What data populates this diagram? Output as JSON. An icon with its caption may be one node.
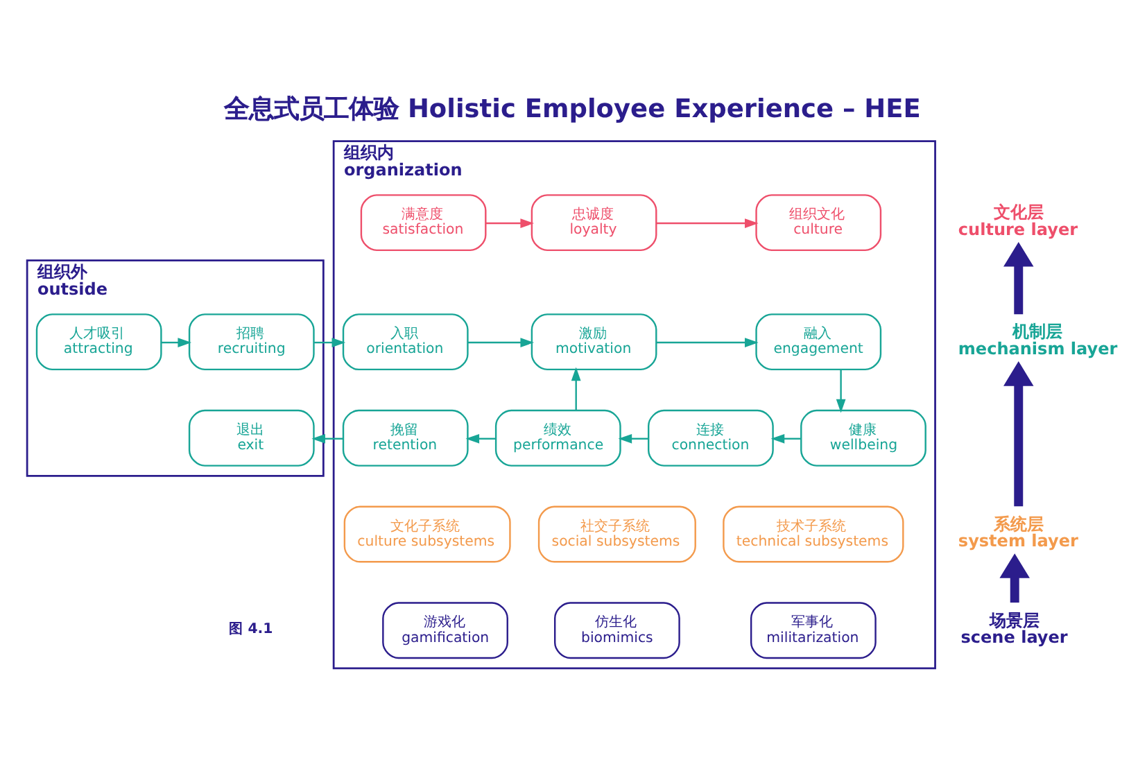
{
  "diagram": {
    "title": "全息式员工体验 Holistic Employee Experience – HEE",
    "nodes": [
      {
        "text": [
          "组织外",
          "outside"
        ]
      },
      {
        "text": [
          "组织内",
          "organization"
        ]
      },
      {
        "text": [
          "满意度",
          "satisfaction"
        ],
        "in": 1
      },
      {
        "text": [
          "忠诚度",
          "loyalty"
        ],
        "in": 1
      },
      {
        "text": [
          "组织文化",
          "culture"
        ],
        "in": 1
      },
      {
        "text": [
          "文化层",
          "culture layer"
        ]
      },
      {
        "text": [
          "人才吸引",
          "attracting"
        ],
        "in": 0
      },
      {
        "text": [
          "招聘",
          "recruiting"
        ],
        "in": 0
      },
      {
        "text": [
          "入职",
          "orientation"
        ],
        "in": 1
      },
      {
        "text": [
          "激励",
          "motivation"
        ],
        "in": 1
      },
      {
        "text": [
          "融入",
          "engagement"
        ],
        "in": 1
      },
      {
        "text": [
          "机制层",
          "mechanism layer"
        ]
      },
      {
        "text": [
          "退出",
          "exit"
        ],
        "in": 0
      },
      {
        "text": [
          "挽留",
          "retention"
        ],
        "in": 1
      },
      {
        "text": [
          "绩效",
          "performance"
        ],
        "in": 1
      },
      {
        "text": [
          "连接",
          "connection"
        ],
        "in": 1
      },
      {
        "text": [
          "健康",
          "wellbeing"
        ],
        "in": 1
      },
      {
        "text": [
          "文化子系统",
          "culture subsystems"
        ],
        "in": 1
      },
      {
        "text": [
          "社交子系统",
          "social subsystems"
        ],
        "in": 1
      },
      {
        "text": [
          "技术子系统",
          "technical subsystems"
        ],
        "in": 1
      },
      {
        "text": [
          "系统层",
          "system layer"
        ]
      },
      {
        "text": [
          "游戏化",
          "gamification"
        ],
        "in": 1
      },
      {
        "text": [
          "仿生化",
          "biomimics"
        ],
        "in": 1
      },
      {
        "text": [
          "军事化",
          "militarization"
        ],
        "in": 1
      },
      {
        "text": [
          "场景层",
          "scene layer"
        ]
      }
    ],
    "edges": [
      {
        "from": 2,
        "to": 3,
        "arrow": "to",
        "color": "#ee4f6b"
      },
      {
        "from": 3,
        "to": 4,
        "arrow": "to",
        "color": "#ee4f6b"
      },
      {
        "from": 6,
        "to": 7,
        "arrow": "to"
      },
      {
        "from": 7,
        "to": 8,
        "arrow": "to"
      },
      {
        "from": 8,
        "to": 9,
        "arrow": "to"
      },
      {
        "from": 9,
        "to": 10,
        "arrow": "to"
      },
      {
        "from": 10,
        "to": 16,
        "arrow": "to"
      },
      {
        "from": 16,
        "to": 15,
        "arrow": "to"
      },
      {
        "from": 15,
        "to": 14,
        "arrow": "to"
      },
      {
        "from": 14,
        "to": 13,
        "arrow": "to"
      },
      {
        "from": 13,
        "to": 12,
        "arrow": "to"
      },
      {
        "from": 14,
        "to": 9,
        "arrow": "to"
      },
      {
        "from": 11,
        "to": 5,
        "arrow": "to",
        "style": "thick",
        "color": "#2b1d8c"
      },
      {
        "from": 20,
        "to": 11,
        "arrow": "to",
        "style": "thick",
        "color": "#2b1d8c"
      },
      {
        "from": 24,
        "to": 20,
        "arrow": "to",
        "style": "thick",
        "color": "#2b1d8c"
      }
    ],
    "labels": [
      "图 4.1"
    ]
  }
}
